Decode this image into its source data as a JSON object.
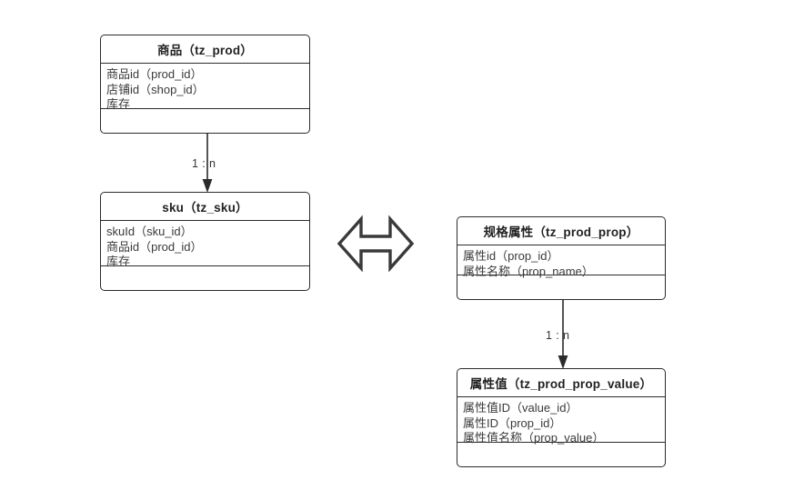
{
  "diagram": {
    "type": "er-diagram",
    "stroke_color": "#2b2b2b",
    "text_color": "#3a3a3a",
    "background": "#ffffff",
    "entities": [
      {
        "id": "prod",
        "title": "商品（tz_prod）",
        "title_cn": "商品",
        "title_table": "tz_prod",
        "attributes": [
          "商品id（prod_id）",
          "店铺id（shop_id）",
          "库存"
        ]
      },
      {
        "id": "sku",
        "title": "sku（tz_sku）",
        "title_cn": "sku",
        "title_table": "tz_sku",
        "attributes": [
          "skuId（sku_id）",
          "商品id（prod_id）",
          "库存"
        ]
      },
      {
        "id": "prop",
        "title": "规格属性（tz_prod_prop）",
        "title_cn": "规格属性",
        "title_table": "tz_prod_prop",
        "attributes": [
          "属性id（prop_id）",
          "属性名称（prop_name）"
        ]
      },
      {
        "id": "propvalue",
        "title": "属性值（tz_prod_prop_value）",
        "title_cn": "属性值",
        "title_table": "tz_prod_prop_value",
        "attributes": [
          "属性值ID（value_id）",
          "属性ID（prop_id）",
          "属性值名称（prop_value）"
        ]
      }
    ],
    "relations": [
      {
        "id": "prod-sku",
        "from": "prod",
        "to": "sku",
        "label": "1 : n",
        "style": "solid-arrow-down"
      },
      {
        "id": "prop-value",
        "from": "prop",
        "to": "propvalue",
        "label": "1 : n",
        "style": "solid-arrow-down"
      }
    ],
    "symbols": [
      {
        "id": "bidirectional-arrow",
        "name": "double-headed-arrow-icon",
        "direction": "horizontal",
        "filled": false
      }
    ]
  }
}
